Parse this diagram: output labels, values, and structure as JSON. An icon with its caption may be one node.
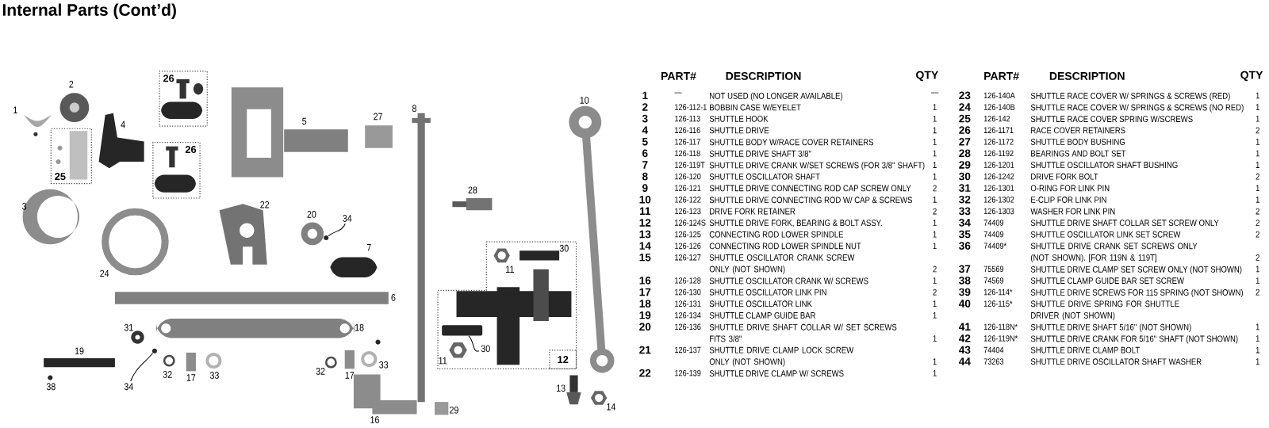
{
  "diagram": {
    "title": "Internal Parts (Cont’d)",
    "nodes": [
      {
        "text": [
          "26"
        ]
      },
      {
        "text": [
          "25"
        ]
      },
      {
        "text": [
          "26"
        ]
      },
      {
        "text": [
          "11",
          "30",
          "11"
        ]
      },
      {
        "text": [
          "12"
        ],
        "in": 3
      },
      {
        "text": [
          "30"
        ],
        "in": 3
      },
      {
        "text": [
          "34"
        ]
      },
      {
        "text": [
          "34"
        ]
      },
      {
        "text": [],
        "shape": "circle"
      },
      {
        "text": [],
        "shape": "circle"
      },
      {
        "text": [],
        "shape": "bar",
        "in": 3
      }
    ],
    "edges": [
      {
        "from": 5,
        "to": 10,
        "arrow": "none"
      },
      {
        "from": 6,
        "to": 9,
        "arrow": "none"
      },
      {
        "from": 7,
        "to": 8,
        "arrow": "none"
      }
    ],
    "labels": [
      "1",
      "2",
      "4",
      "5",
      "27",
      "8",
      "10",
      "3",
      "22",
      "20",
      "28",
      "7",
      "24",
      "6",
      "31",
      "18",
      "19",
      "32",
      "17",
      "33",
      "32",
      "17",
      "33",
      "38",
      "13",
      "16",
      "29",
      "14",
      "PART#",
      "DESCRIPTION",
      "QTY",
      "1",
      "—",
      "NOT USED (NO LONGER AVAILABLE)",
      "—",
      "2",
      "126-112-1",
      "BOBBIN CASE W/EYELET",
      "1",
      "3",
      "126-113",
      "SHUTTLE HOOK",
      "1",
      "4",
      "126-116",
      "SHUTTLE DRIVE",
      "1",
      "5",
      "126-117",
      "SHUTTLE BODY W/RACE COVER RETAINERS",
      "1",
      "6",
      "126-118",
      "SHUTTLE DRIVE SHAFT 3/8\"",
      "1",
      "7",
      "126-119T",
      "SHUTTLE DRIVE CRANK W/SET SCREWS (FOR 3/8\" SHAFT)",
      "1",
      "8",
      "126-120",
      "SHUTTLE OSCILLATOR SHAFT",
      "1",
      "9",
      "126-121",
      "SHUTTLE DRIVE CONNECTING ROD CAP SCREW ONLY",
      "2",
      "10",
      "126-122",
      "SHUTTLE DRIVE CONNECTING ROD W/ CAP & SCREWS",
      "1",
      "11",
      "126-123",
      "DRIVE FORK RETAINER",
      "2",
      "12",
      "126-124S",
      "SHUTTLE DRIVE FORK, BEARING & BOLT ASSY.",
      "1",
      "13",
      "126-125",
      "CONNECTING ROD LOWER SPINDLE",
      "1",
      "14",
      "126-126",
      "CONNECTING ROD LOWER SPINDLE NUT",
      "1",
      "15",
      "126-127",
      "SHUTTLE OSCILLATOR CRANK SCREW ONLY (NOT SHOWN)",
      "2",
      "16",
      "126-128",
      "SHUTTLE OSCILLATOR CRANK W/ SCREWS",
      "1",
      "17",
      "126-130",
      "SHUTTLE OSCILLATOR LINK PIN",
      "2",
      "18",
      "126-131",
      "SHUTTLE OSCILLATOR LINK",
      "1",
      "19",
      "126-134",
      "SHUTTLE CLAMP GUIDE BAR",
      "1",
      "20",
      "126-136",
      "SHUTTLE DRIVE SHAFT COLLAR W/ SET SCREWS FITS 3/8\"",
      "1",
      "21",
      "126-137",
      "SHUTTLE DRIVE CLAMP LOCK SCREW ONLY (NOT SHOWN)",
      "1",
      "22",
      "126-139",
      "SHUTTLE DRIVE CLAMP W/ SCREWS",
      "1",
      "PART#",
      "DESCRIPTION",
      "QTY",
      "23",
      "126-140A",
      "SHUTTLE RACE COVER W/ SPRINGS & SCREWS (RED)",
      "1",
      "24",
      "126-140B",
      "SHUTTLE RACE COVER W/ SPRINGS & SCREWS (NO RED)",
      "1",
      "25",
      "126-142",
      "SHUTTLE RACE COVER SPRING W/SCREWS",
      "1",
      "26",
      "126-1171",
      "RACE COVER RETAINERS",
      "2",
      "27",
      "126-1172",
      "SHUTTLE BODY BUSHING",
      "1",
      "28",
      "126-1192",
      "BEARINGS AND BOLT SET",
      "1",
      "29",
      "126-1201",
      "SHUTTLE OSCILLATOR SHAFT BUSHING",
      "1",
      "30",
      "126-1242",
      "DRIVE FORK BOLT",
      "2",
      "31",
      "126-1301",
      "O-RING FOR LINK PIN",
      "1",
      "32",
      "126-1302",
      "E-CLIP FOR LINK PIN",
      "1",
      "33",
      "126-1303",
      "WASHER FOR LINK PIN",
      "2",
      "34",
      "74409",
      "SHUTTLE DRIVE SHAFT COLLAR SET SCREW ONLY",
      "2",
      "35",
      "74409",
      "SHUTTLE OSCILLATOR LINK SET SCREW",
      "2",
      "36",
      "74409*",
      "SHUTTLE DRIVE CRANK SET SCREWS ONLY (NOT SHOWN). [FOR 119N & 119T]",
      "2",
      "37",
      "75569",
      "SHUTTLE DRIVE CLAMP SET SCREW ONLY (NOT SHOWN)",
      "1",
      "38",
      "74569",
      "SHUTTLE CLAMP GUIDE BAR SET SCREW",
      "1",
      "39",
      "126-114*",
      "SHUTTLE DRIVE SCREWS FOR 115 SPRING (NOT SHOWN)",
      "2",
      "40",
      "126-115*",
      "SHUTTLE DRIVE SPRING FOR SHUTTLE DRIVER (NOT SHOWN)",
      "41",
      "126-118N*",
      "SHUTTLE DRIVE SHAFT 5/16\" (NOT SHOWN)",
      "1",
      "42",
      "126-119N*",
      "SHUTTLE DRIVE CRANK FOR 5/16\" SHAFT (NOT SHOWN)",
      "1",
      "43",
      "74404",
      "SHUTTLE DRIVE CLAMP BOLT",
      "1",
      "44",
      "73263",
      "SHUTTLE DRIVE OSCILLATOR SHAFT WASHER",
      "1"
    ]
  }
}
